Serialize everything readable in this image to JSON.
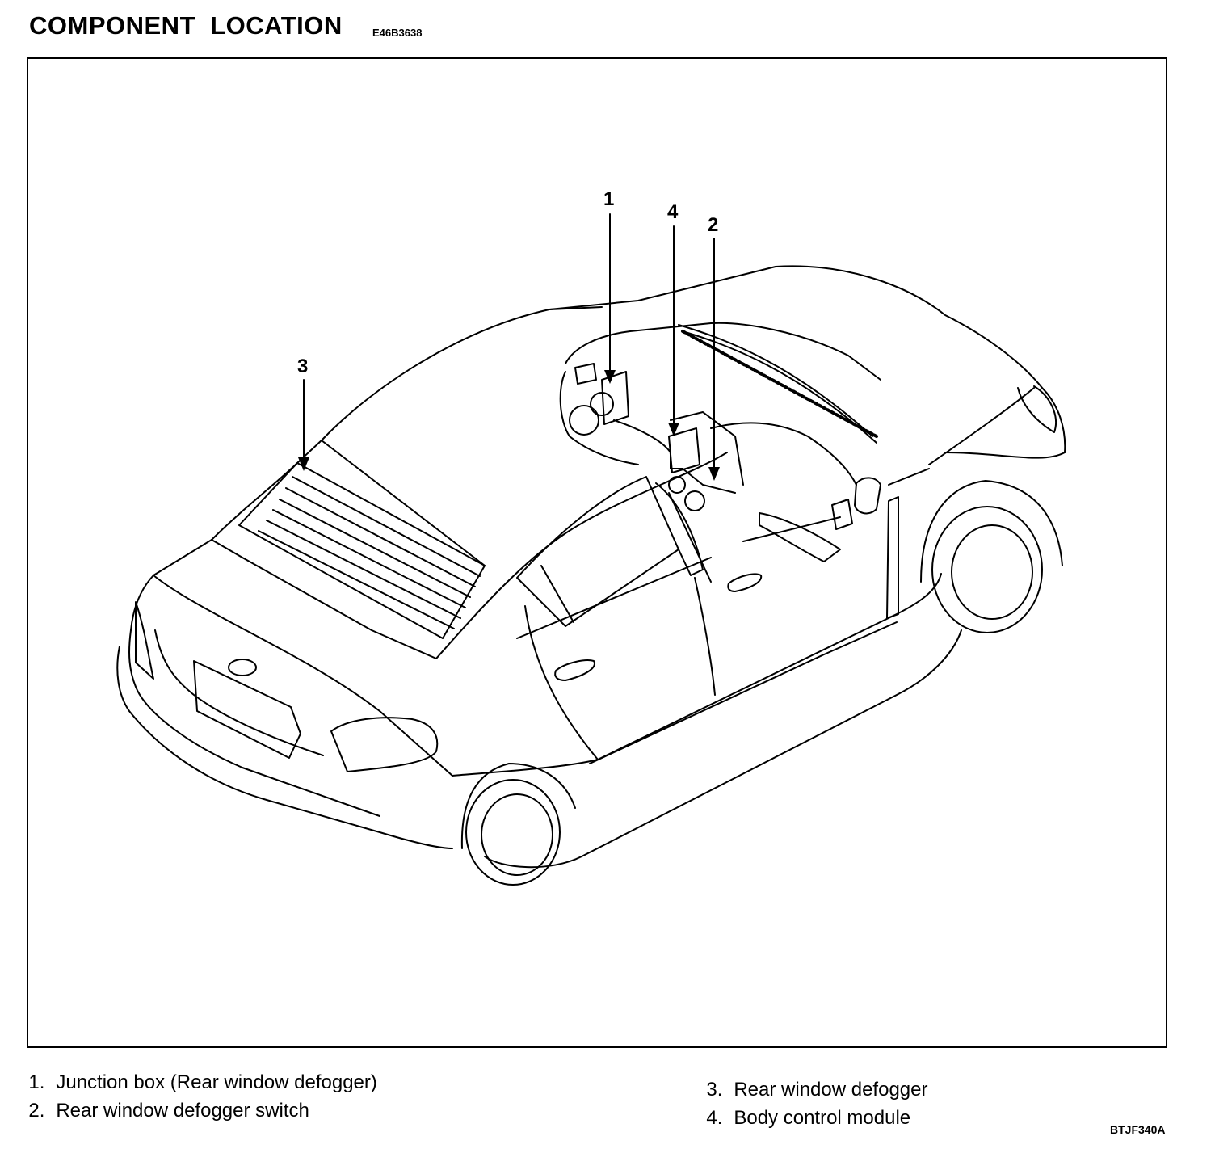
{
  "header": {
    "title": "COMPONENT  LOCATION",
    "doc_code": "E46B3638"
  },
  "diagram": {
    "callouts": [
      {
        "number": "1"
      },
      {
        "number": "2"
      },
      {
        "number": "3"
      },
      {
        "number": "4"
      }
    ]
  },
  "legend": {
    "items": [
      {
        "number": "1.",
        "label": "Junction box (Rear window defogger)"
      },
      {
        "number": "2.",
        "label": "Rear window defogger switch"
      },
      {
        "number": "3.",
        "label": "Rear window defogger"
      },
      {
        "number": "4.",
        "label": "Body control module"
      }
    ]
  },
  "footer": {
    "figure_code": "BTJF340A"
  }
}
